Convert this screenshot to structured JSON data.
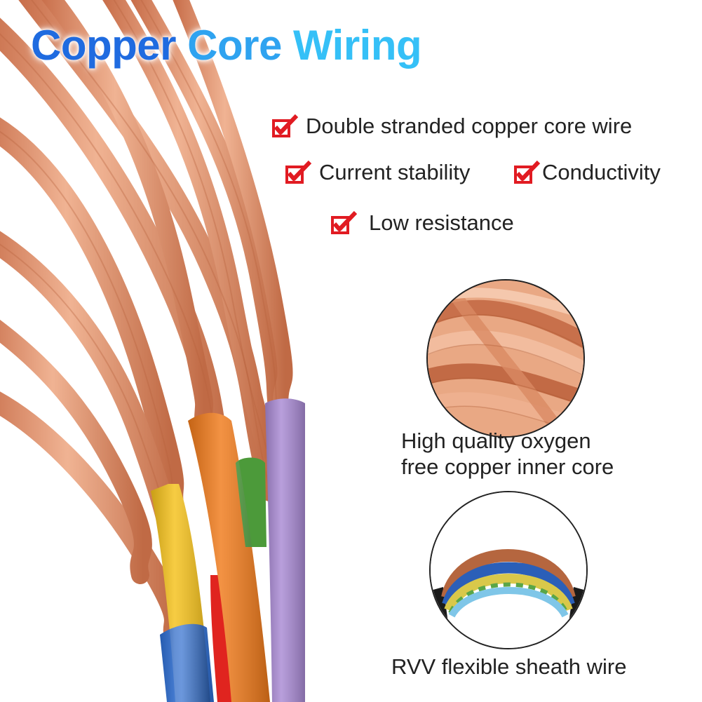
{
  "title": {
    "word1": "Copper",
    "word2": "Core",
    "word3": "Wiring"
  },
  "features": [
    "Double stranded copper core wire",
    "Current stability",
    "Conductivity",
    "Low resistance"
  ],
  "insets": [
    {
      "caption_line1": "High quality oxygen",
      "caption_line2": "free copper inner core"
    },
    {
      "caption_line1": "RVV flexible sheath wire"
    }
  ],
  "colors": {
    "title_blue_dark": "#1f6be0",
    "title_blue_light": "#35c0f7",
    "check_red": "#e11b22",
    "copper": "#d9855f",
    "sheath_colors": [
      "#2d6fd6",
      "#f5c11a",
      "#e0241f",
      "#f07a1a",
      "#4c9a3a",
      "#a98ad4"
    ]
  },
  "icons": [
    "checkbox-check-icon"
  ]
}
